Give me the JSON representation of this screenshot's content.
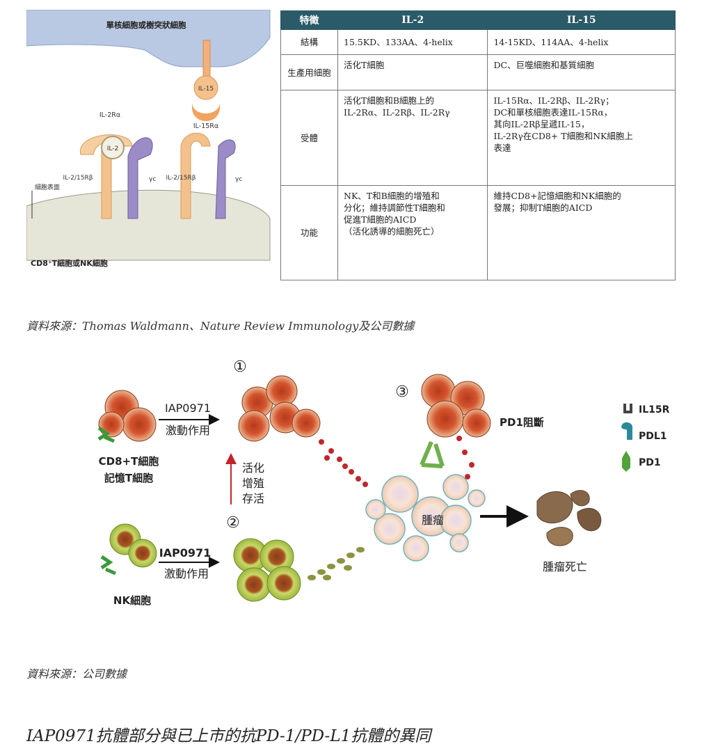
{
  "receptor_diagram": {
    "top_cell_label": "單核細胞或樹突狀細胞",
    "il15_label": "IL-15",
    "il15ra_label": "IL-15Rα",
    "il2ra_label": "IL-2Rα",
    "il2_label": "IL-2",
    "il2_15rb_left": "IL-2/15Rβ",
    "gamma_left": "γc",
    "il2_15rb_right": "IL-2/15Rβ",
    "gamma_right": "γc",
    "surface_label": "細胞表面",
    "bottom_cell_label": "CD8⁺T細胞或NK細胞"
  },
  "table": {
    "headers": [
      "特徵",
      "IL-2",
      "IL-15"
    ],
    "rows": [
      {
        "feature": "結構",
        "il2": "15.5KD、133AA、4-helix",
        "il15": "14-15KD、114AA、4-helix"
      },
      {
        "feature": "生產用細胞",
        "il2": "活化T細胞",
        "il15": "DC、巨噬細胞和基質細胞"
      },
      {
        "feature": "受體",
        "il2": "活化T細胞和B細胞上的\nIL-2Rα、IL-2Rβ、IL-2Rγ",
        "il15": "IL-15Rα、IL-2Rβ、IL-2Rγ；\nDC和單核細胞表達IL-15Rα，\n其向IL-2Rβ呈遞IL-15，\nIL-2Rγ在CD8+ T細胞和NK細胞上\n表達"
      },
      {
        "feature": "功能",
        "il2": "NK、T和B細胞的增殖和\n分化；維持調節性T細胞和\n促進T細胞的AICD\n（活化誘導的細胞死亡）",
        "il15": "維持CD8+記憶細胞和NK細胞的\n發展；抑制T細胞的AICD"
      }
    ]
  },
  "source1": "資料來源：Thomas Waldmann、Nature Review Immunology及公司數據",
  "mechanism": {
    "step1": "①",
    "step2": "②",
    "step3": "③",
    "drug_top": "IAP0971",
    "action_top": "激動作用",
    "drug_bottom": "IAP0971",
    "action_bottom": "激動作用",
    "cd8_line1": "CD8+T細胞",
    "cd8_line2": "記憶T細胞",
    "nk_label": "NK細胞",
    "activate_1": "活化",
    "activate_2": "增殖",
    "activate_3": "存活",
    "pd1_block": "PD1阻斷",
    "tumor": "腫瘤",
    "tumor_death": "腫瘤死亡",
    "legend": [
      {
        "label": "IL15R",
        "icon": "il15r-icon"
      },
      {
        "label": "PDL1",
        "icon": "pdl1-icon"
      },
      {
        "label": "PD1",
        "icon": "pd1-icon"
      }
    ],
    "colors": {
      "t_cell": "#c0502a",
      "nk_cell": "#a9c44a",
      "tumor": "#f3dccb",
      "arrow_red": "#c0262b",
      "pdl1": "#2a8a9a",
      "pd1": "#4fa33a"
    }
  },
  "source2": "資料來源：公司數據",
  "heading": "IAP0971抗體部分與已上市的抗PD-1/PD-L1抗體的異同"
}
